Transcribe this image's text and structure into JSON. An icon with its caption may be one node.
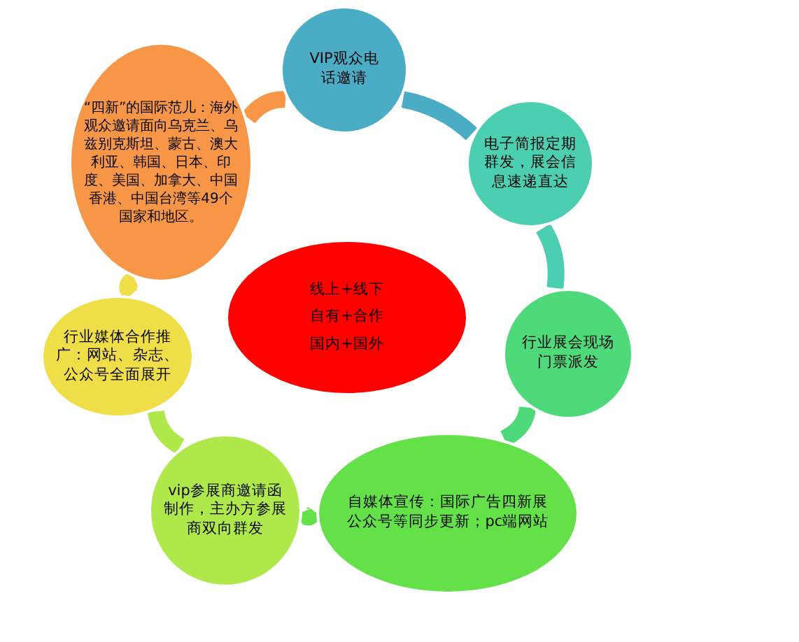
{
  "diagram": {
    "nodes": [
      {
        "text": [
          "VIP观众电话邀请"
        ]
      },
      {
        "text": [
          "电子简报定期群发，展会信息速递直达"
        ]
      },
      {
        "text": [
          "行业展会现场门票派发"
        ]
      },
      {
        "text": [
          "自媒体宣传：国际广告四新展公众号等同步更新；pc端网站"
        ]
      },
      {
        "text": [
          "vip参展商邀请函制作，主办方参展商双向群发"
        ]
      },
      {
        "text": [
          "行业媒体合作推广：网站、杂志、公众号全面展开"
        ]
      },
      {
        "text": [
          "“四新”的国际范儿：海外观众邀请面向乌克兰、乌兹别克斯坦、蒙古、澳大利亚、韩国、日本、印度、美国、加拿大、中国香港、中国台湾等49个国家和地区。"
        ]
      },
      {
        "text": [
          "线上+线下",
          "自有+合作",
          "国内+国外"
        ]
      }
    ],
    "edges": [
      {
        "from": 0,
        "to": 1,
        "arrow": "none",
        "color": "#4bacc6"
      },
      {
        "from": 1,
        "to": 2,
        "arrow": "none",
        "color": "#4bcfb0"
      },
      {
        "from": 2,
        "to": 3,
        "arrow": "none",
        "color": "#4ed97a"
      },
      {
        "from": 3,
        "to": 4,
        "arrow": "none",
        "color": "#64e048"
      },
      {
        "from": 4,
        "to": 5,
        "arrow": "none",
        "color": "#aee84a"
      },
      {
        "from": 5,
        "to": 6,
        "arrow": "none",
        "color": "#f0de48"
      },
      {
        "from": 6,
        "to": 0,
        "arrow": "none",
        "color": "#f79646"
      }
    ]
  }
}
